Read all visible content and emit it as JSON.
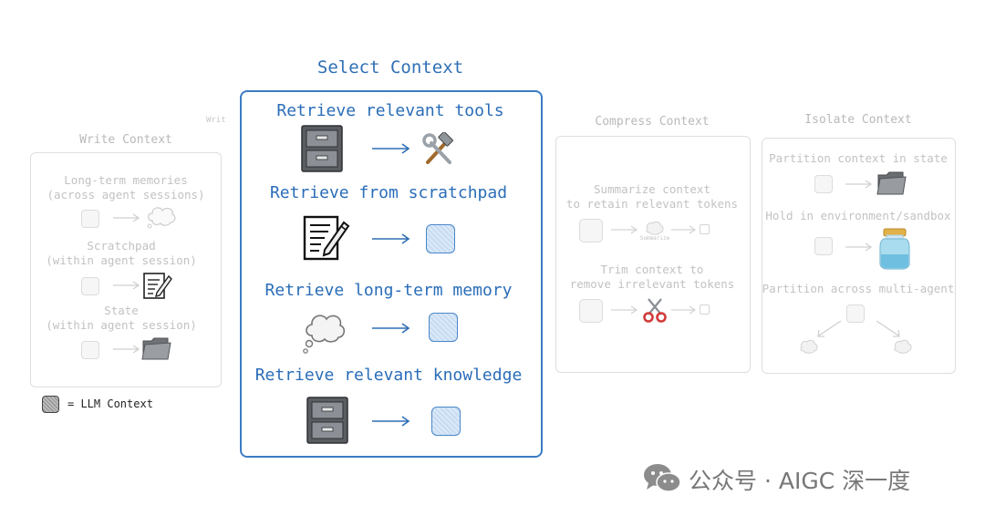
{
  "watermark_small": "Writ",
  "write": {
    "title": "Write Context",
    "items": [
      {
        "label_line1": "Long-term memories",
        "label_line2": "(across agent sessions)",
        "icon": "thought-cloud-icon"
      },
      {
        "label_line1": "Scratchpad",
        "label_line2": "(within agent session)",
        "icon": "notepad-pencil-icon"
      },
      {
        "label_line1": "State",
        "label_line2": "(within agent session)",
        "icon": "folder-icon"
      }
    ]
  },
  "legend": {
    "text": "= LLM Context"
  },
  "select": {
    "title": "Select Context",
    "items": [
      {
        "label": "Retrieve relevant tools",
        "icon": "file-cabinet-icon",
        "target": "hammer-wrench-icon"
      },
      {
        "label": "Retrieve from scratchpad",
        "icon": "notepad-pencil-icon",
        "target": "llm-context-box"
      },
      {
        "label": "Retrieve long-term memory",
        "icon": "thought-cloud-icon",
        "target": "llm-context-box"
      },
      {
        "label": "Retrieve relevant knowledge",
        "icon": "file-cabinet-icon",
        "target": "llm-context-box"
      }
    ]
  },
  "compress": {
    "title": "Compress Context",
    "items": [
      {
        "label_line1": "Summarize context",
        "label_line2": "to retain relevant tokens",
        "icon": "brain-icon",
        "icon_caption": "Summarize"
      },
      {
        "label_line1": "Trim context to",
        "label_line2": "remove irrelevant tokens",
        "icon": "scissors-icon"
      }
    ]
  },
  "isolate": {
    "title": "Isolate Context",
    "items": [
      {
        "label": "Partition context in state",
        "icon": "folder-icon"
      },
      {
        "label": "Hold in environment/sandbox",
        "icon": "jar-icon"
      },
      {
        "label": "Partition across multi-agent",
        "icon": "brain-icon"
      }
    ]
  },
  "footer": {
    "brand": "公众号 · AIGC 深一度"
  }
}
